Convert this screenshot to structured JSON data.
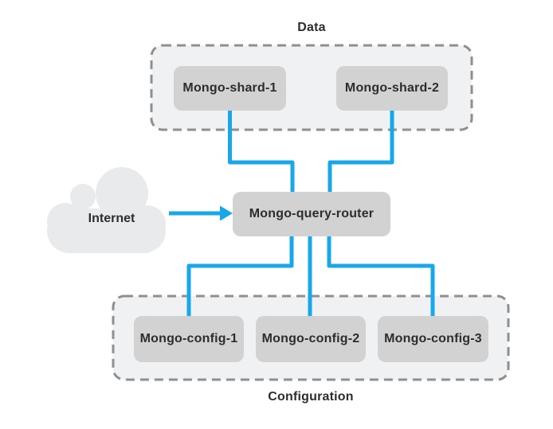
{
  "diagram": {
    "title_groups": {
      "data": {
        "label": "Data"
      },
      "configuration": {
        "label": "Configuration"
      }
    },
    "nodes": {
      "shard1": {
        "label": "Mongo-shard-1"
      },
      "shard2": {
        "label": "Mongo-shard-2"
      },
      "router": {
        "label": "Mongo-query-router"
      },
      "config1": {
        "label": "Mongo-config-1"
      },
      "config2": {
        "label": "Mongo-config-2"
      },
      "config3": {
        "label": "Mongo-config-3"
      },
      "internet": {
        "label": "Internet"
      }
    },
    "connections": [
      "Mongo-shard-1 -> Mongo-query-router",
      "Mongo-shard-2 -> Mongo-query-router",
      "Internet -> Mongo-query-router",
      "Mongo-query-router -> Mongo-config-1",
      "Mongo-query-router -> Mongo-config-2",
      "Mongo-query-router -> Mongo-config-3"
    ],
    "colors": {
      "connector_blue": "#18a7e8",
      "node_fill": "#d2d2d3",
      "group_fill": "#f0f1f2",
      "group_border": "#8d8f91",
      "cloud_fill": "#e8eaec",
      "text": "#2d2d2d"
    }
  }
}
